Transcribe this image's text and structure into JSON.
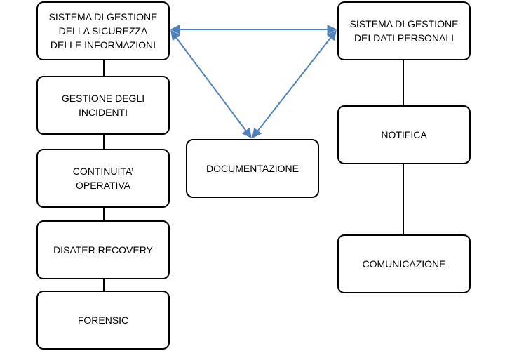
{
  "boxes": {
    "isms": "SISTEMA DI GESTIONE\nDELLA SICUREZZA\nDELLE INFORMAZIONI",
    "incidents": "GESTIONE DEGLI\nINCIDENTI",
    "continuity": "CONTINUITA’\nOPERATIVA",
    "disaster_recovery": "DISATER RECOVERY",
    "forensic": "FORENSIC",
    "documentation": "DOCUMENTAZIONE",
    "pims": "SISTEMA DI GESTIONE\nDEI DATI PERSONALI",
    "notifica": "NOTIFICA",
    "communication": "COMUNICAZIONE"
  },
  "colors": {
    "box_border": "#000000",
    "connector_line": "#000000",
    "arrow": "#4F81BD"
  }
}
